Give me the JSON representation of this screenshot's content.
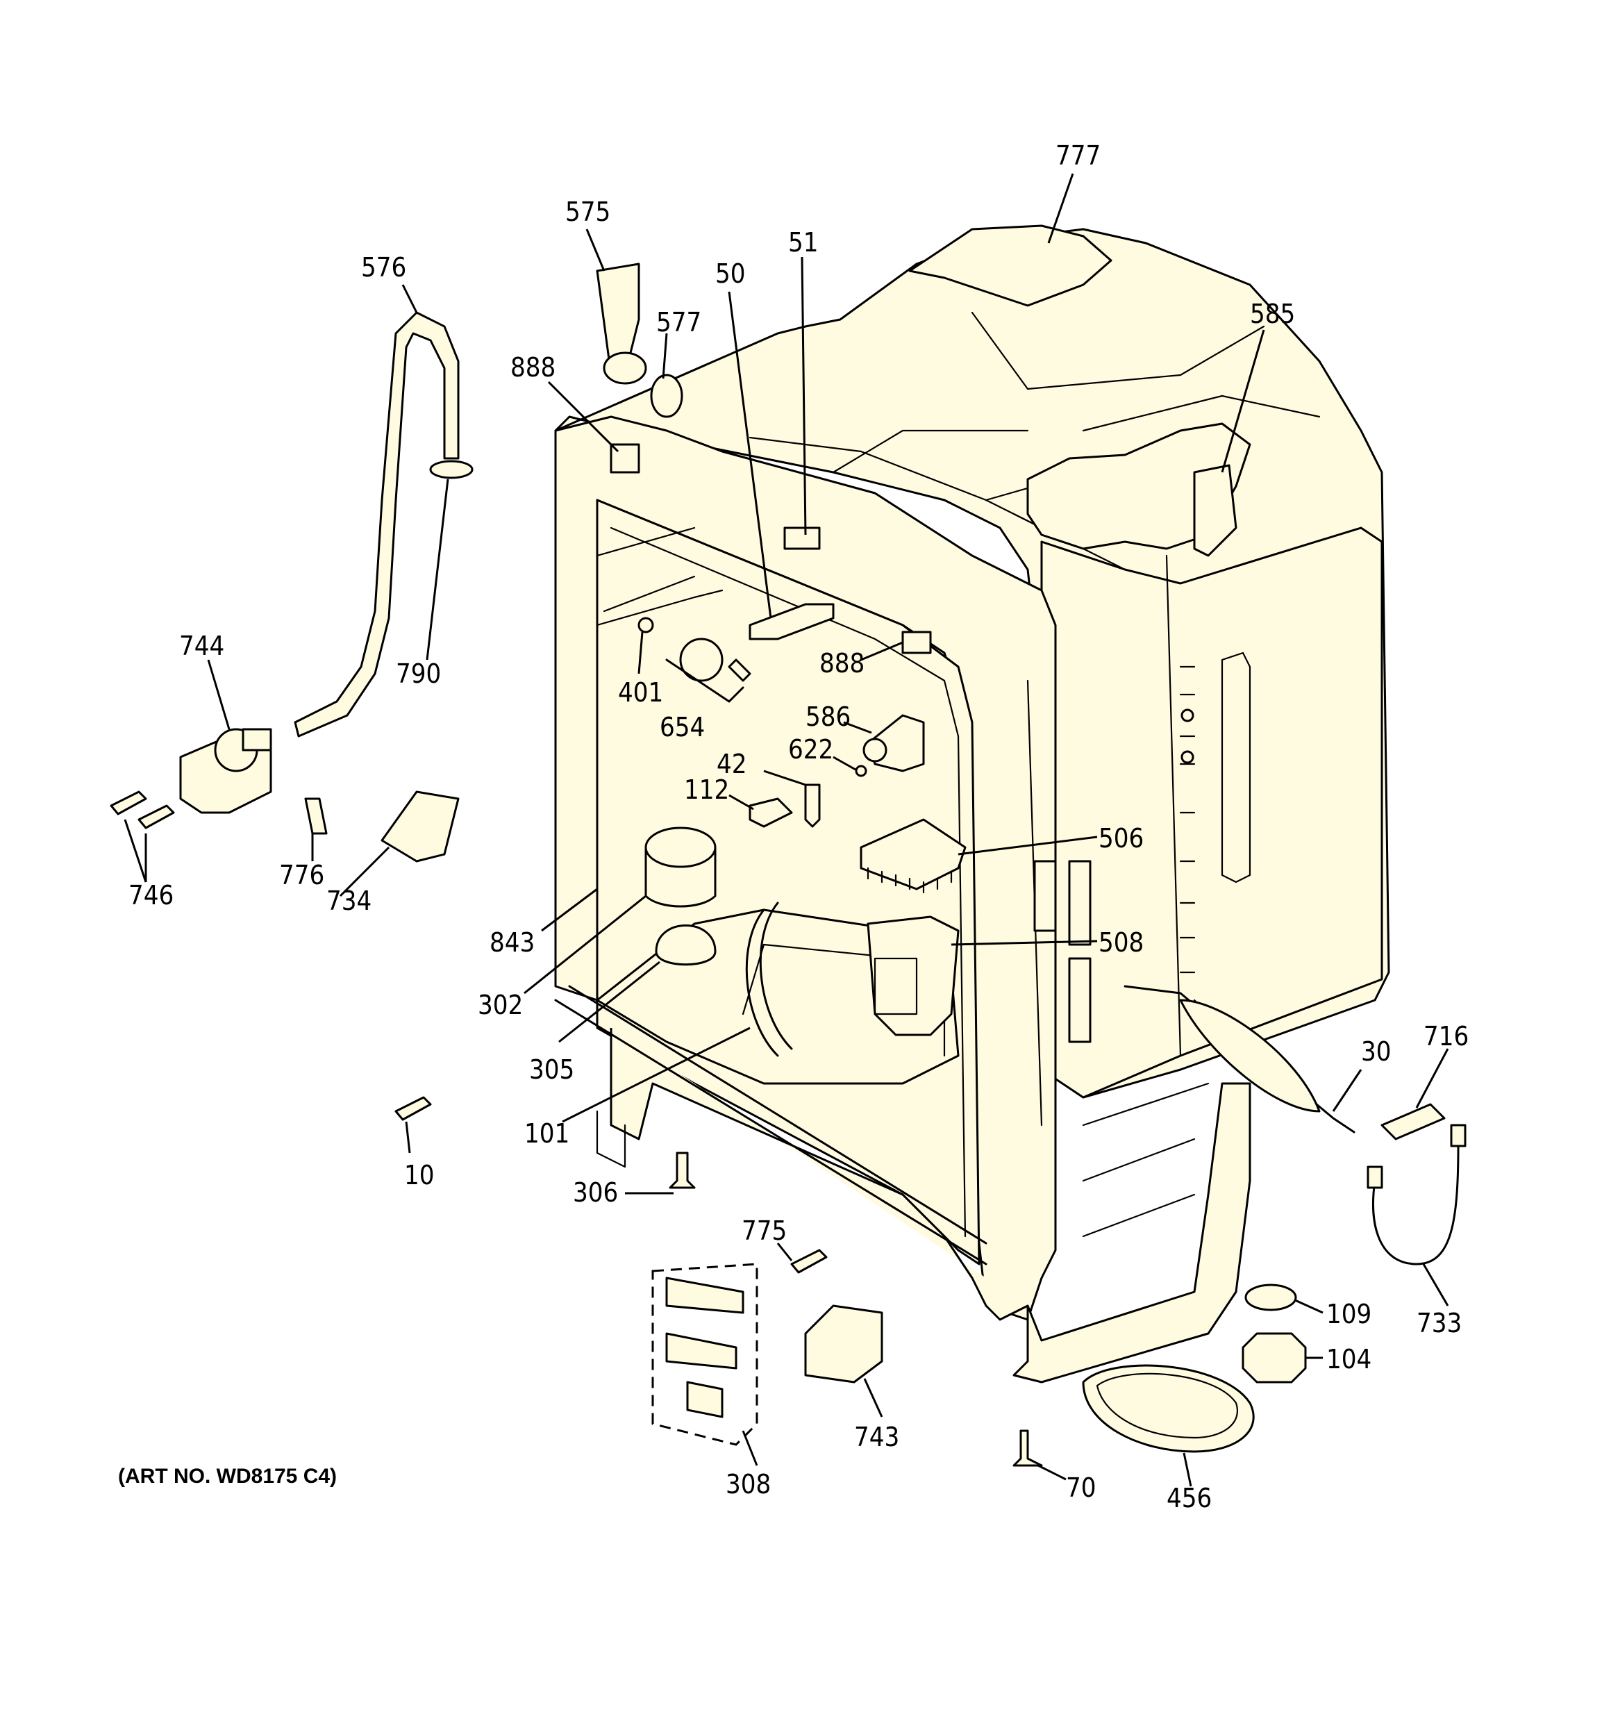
{
  "art_number": "(ART NO. WD8175 C4)",
  "callouts": [
    {
      "id": "777",
      "name": "callout-777"
    },
    {
      "id": "575",
      "name": "callout-575"
    },
    {
      "id": "51",
      "name": "callout-51"
    },
    {
      "id": "50",
      "name": "callout-50"
    },
    {
      "id": "576",
      "name": "callout-576"
    },
    {
      "id": "577",
      "name": "callout-577"
    },
    {
      "id": "585",
      "name": "callout-585"
    },
    {
      "id": "888",
      "name": "callout-888-top"
    },
    {
      "id": "888",
      "name": "callout-888-right"
    },
    {
      "id": "790",
      "name": "callout-790"
    },
    {
      "id": "744",
      "name": "callout-744"
    },
    {
      "id": "401",
      "name": "callout-401"
    },
    {
      "id": "654",
      "name": "callout-654"
    },
    {
      "id": "586",
      "name": "callout-586"
    },
    {
      "id": "622",
      "name": "callout-622"
    },
    {
      "id": "42",
      "name": "callout-42"
    },
    {
      "id": "112",
      "name": "callout-112"
    },
    {
      "id": "746",
      "name": "callout-746"
    },
    {
      "id": "776",
      "name": "callout-776"
    },
    {
      "id": "734",
      "name": "callout-734"
    },
    {
      "id": "506",
      "name": "callout-506"
    },
    {
      "id": "843",
      "name": "callout-843"
    },
    {
      "id": "508",
      "name": "callout-508"
    },
    {
      "id": "302",
      "name": "callout-302"
    },
    {
      "id": "305",
      "name": "callout-305"
    },
    {
      "id": "30",
      "name": "callout-30"
    },
    {
      "id": "716",
      "name": "callout-716"
    },
    {
      "id": "101",
      "name": "callout-101"
    },
    {
      "id": "10",
      "name": "callout-10"
    },
    {
      "id": "306",
      "name": "callout-306"
    },
    {
      "id": "775",
      "name": "callout-775"
    },
    {
      "id": "109",
      "name": "callout-109"
    },
    {
      "id": "733",
      "name": "callout-733"
    },
    {
      "id": "104",
      "name": "callout-104"
    },
    {
      "id": "743",
      "name": "callout-743"
    },
    {
      "id": "308",
      "name": "callout-308"
    },
    {
      "id": "70",
      "name": "callout-70"
    },
    {
      "id": "456",
      "name": "callout-456"
    }
  ]
}
